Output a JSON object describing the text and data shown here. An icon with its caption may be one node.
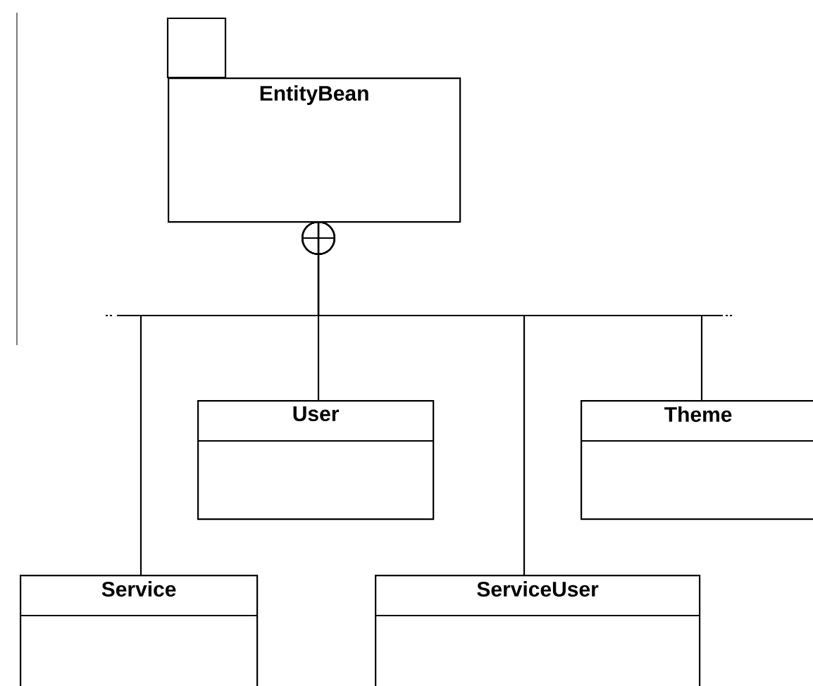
{
  "diagram": {
    "nodes": [
      {
        "text": [
          "EntityBean"
        ]
      },
      {
        "text": [
          "User"
        ]
      },
      {
        "text": [
          "Theme"
        ]
      },
      {
        "text": [
          "Service"
        ]
      },
      {
        "text": [
          "ServiceUser"
        ]
      }
    ],
    "edges": [
      {
        "from": 0,
        "to": 3,
        "arrow": "other"
      },
      {
        "from": 0,
        "to": 1,
        "arrow": "other"
      },
      {
        "from": 0,
        "to": 4,
        "arrow": "other"
      },
      {
        "from": 0,
        "to": 2,
        "arrow": "other"
      }
    ]
  }
}
